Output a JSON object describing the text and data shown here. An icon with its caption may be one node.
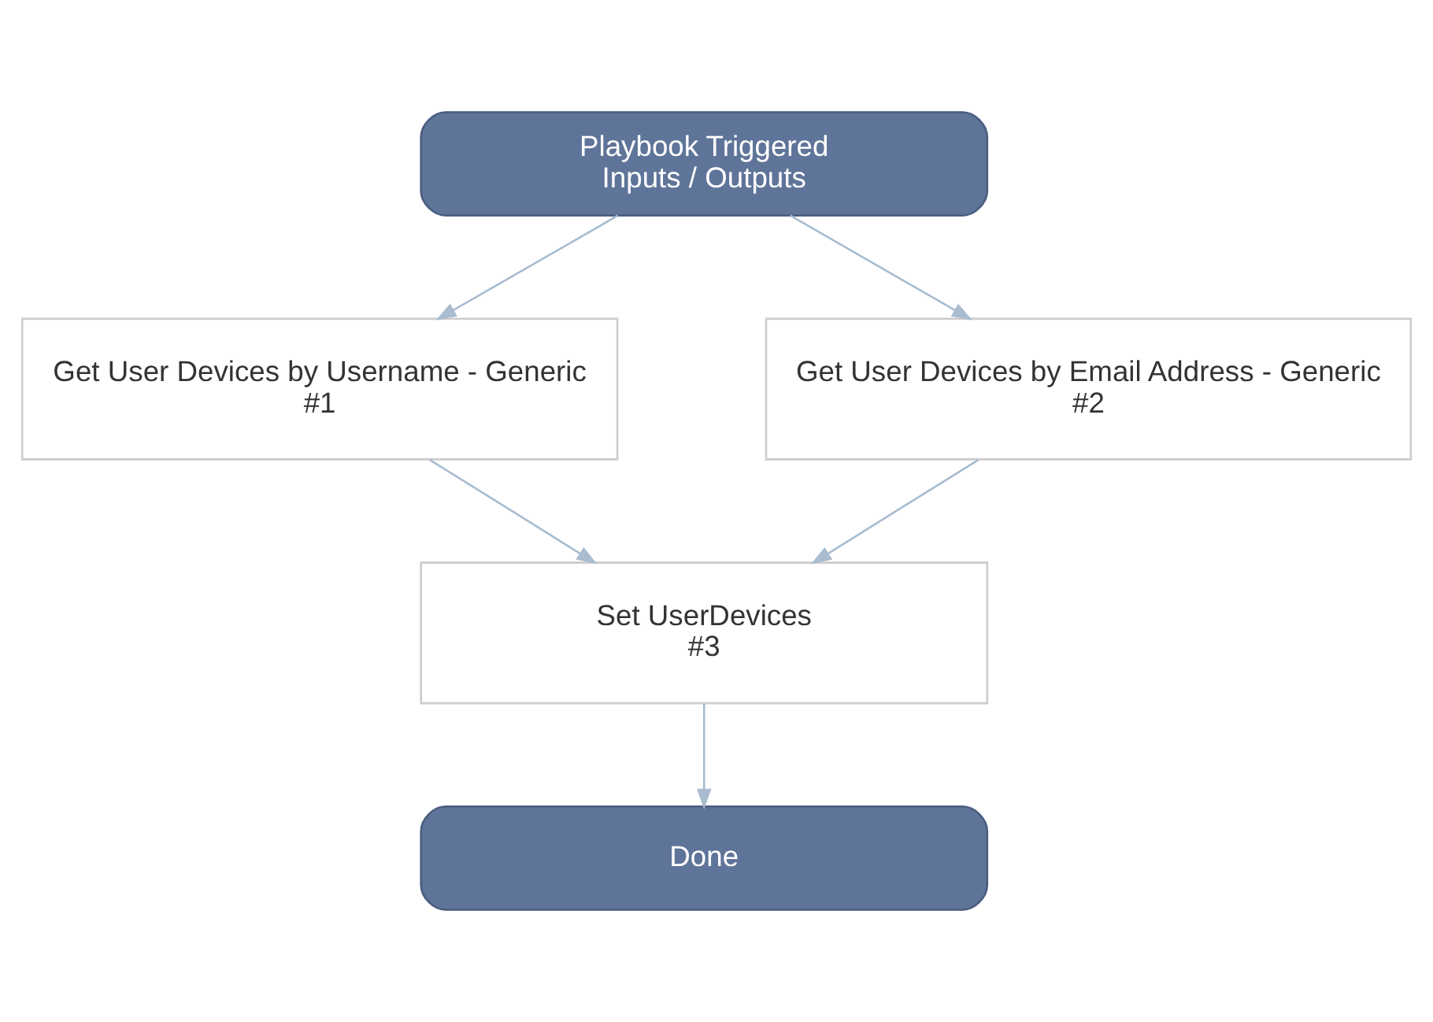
{
  "diagram": {
    "nodes": [
      {
        "text": [
          "Playbook Triggered",
          "Inputs / Outputs"
        ]
      },
      {
        "text": [
          "Get User Devices by Username - Generic",
          "#1"
        ]
      },
      {
        "text": [
          "Get User Devices by Email Address - Generic",
          "#2"
        ]
      },
      {
        "text": [
          "Set UserDevices",
          "#3"
        ]
      },
      {
        "text": [
          "Done"
        ]
      }
    ],
    "edges": [
      {
        "from": 0,
        "to": 1,
        "arrow": "to"
      },
      {
        "from": 0,
        "to": 2,
        "arrow": "to"
      },
      {
        "from": 1,
        "to": 3,
        "arrow": "to"
      },
      {
        "from": 2,
        "to": 3,
        "arrow": "to"
      },
      {
        "from": 3,
        "to": 4,
        "arrow": "to"
      }
    ]
  }
}
